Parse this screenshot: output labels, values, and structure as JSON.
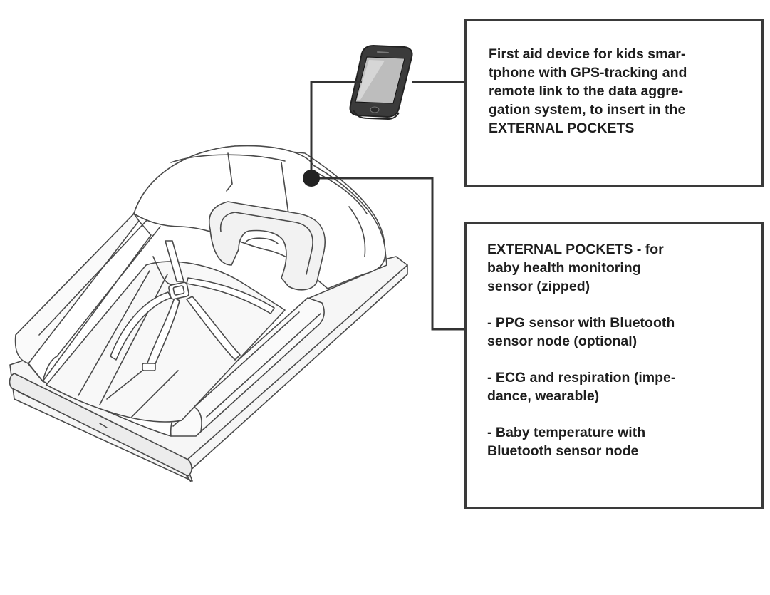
{
  "phone_callout": {
    "text": "First aid device for kids smar-\ntphone with GPS-tracking and\nremote link to the data aggre-\ngation system, to insert in the\nEXTERNAL POCKETS"
  },
  "pockets_callout": {
    "heading": "EXTERNAL POCKETS - for\nbaby health monitoring\nsensor (zipped)",
    "items": [
      " - PPG sensor with Bluetooth\nsensor node (optional)",
      "- ECG and respiration (impe-\ndance, wearable)",
      "- Baby temperature with\nBluetooth sensor node"
    ]
  },
  "colors": {
    "line": "#333333",
    "box_border": "#3a3a3a",
    "text": "#1e1e1e"
  }
}
